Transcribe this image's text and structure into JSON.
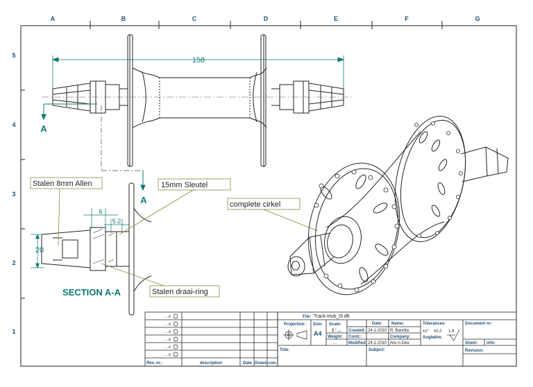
{
  "zones": {
    "columns": [
      "A",
      "B",
      "C",
      "D",
      "E",
      "F",
      "G"
    ],
    "rows": [
      "5",
      "4",
      "3",
      "2",
      "1"
    ]
  },
  "dimensions": {
    "overall_length": "158",
    "section_dim_6": "6",
    "section_dim_52": "5.2",
    "section_dim_20": "20"
  },
  "section_marks": {
    "upper": "A",
    "lower": "A",
    "title": "SECTION A-A"
  },
  "callouts": {
    "allen": "Stalen 8mm Allen",
    "sleutel": "15mm Sleutel",
    "cirkel": "complete cirkel",
    "ring": "Stalen draai-ring"
  },
  "revision_table": {
    "row_marker": "...x",
    "headers": {
      "rev": "Rev. nr.:",
      "description": "description",
      "date": "Date",
      "drawn": "Drawn.",
      "con": "con."
    }
  },
  "title_block": {
    "file_label": "File:",
    "file_value": "Track-Hub_0l.dft",
    "projection_label": "Projection:",
    "size_label": "Size:",
    "size_value": "A4",
    "scale_label": "Scale:",
    "scale_value": "1 : ...",
    "weight_label": "Weight:",
    "weight_value": "...",
    "created_label": "Created:",
    "contr_label": "Contr.:",
    "modified_label": "Modified:",
    "date_label": "Date:",
    "created_date": "24-1-2010",
    "modified_date": "24-1-2010",
    "name_label": "Name:",
    "created_name": "R. Baretta",
    "company_label": "Company:",
    "modified_name": "Are-n-Dee",
    "tolerances_label": "Tolerances:",
    "tol_angle": "±1°",
    "tol_dim": "±0.2",
    "angle_label": "Angle",
    "dim_label": "dim.",
    "roughness": "1.6",
    "document_label": "Document nr:",
    "sheet_label": "Sheet:",
    "info_label": "info:",
    "revision_label": "Revision:",
    "title_label": "Title:",
    "subject_label": "Subject:"
  }
}
